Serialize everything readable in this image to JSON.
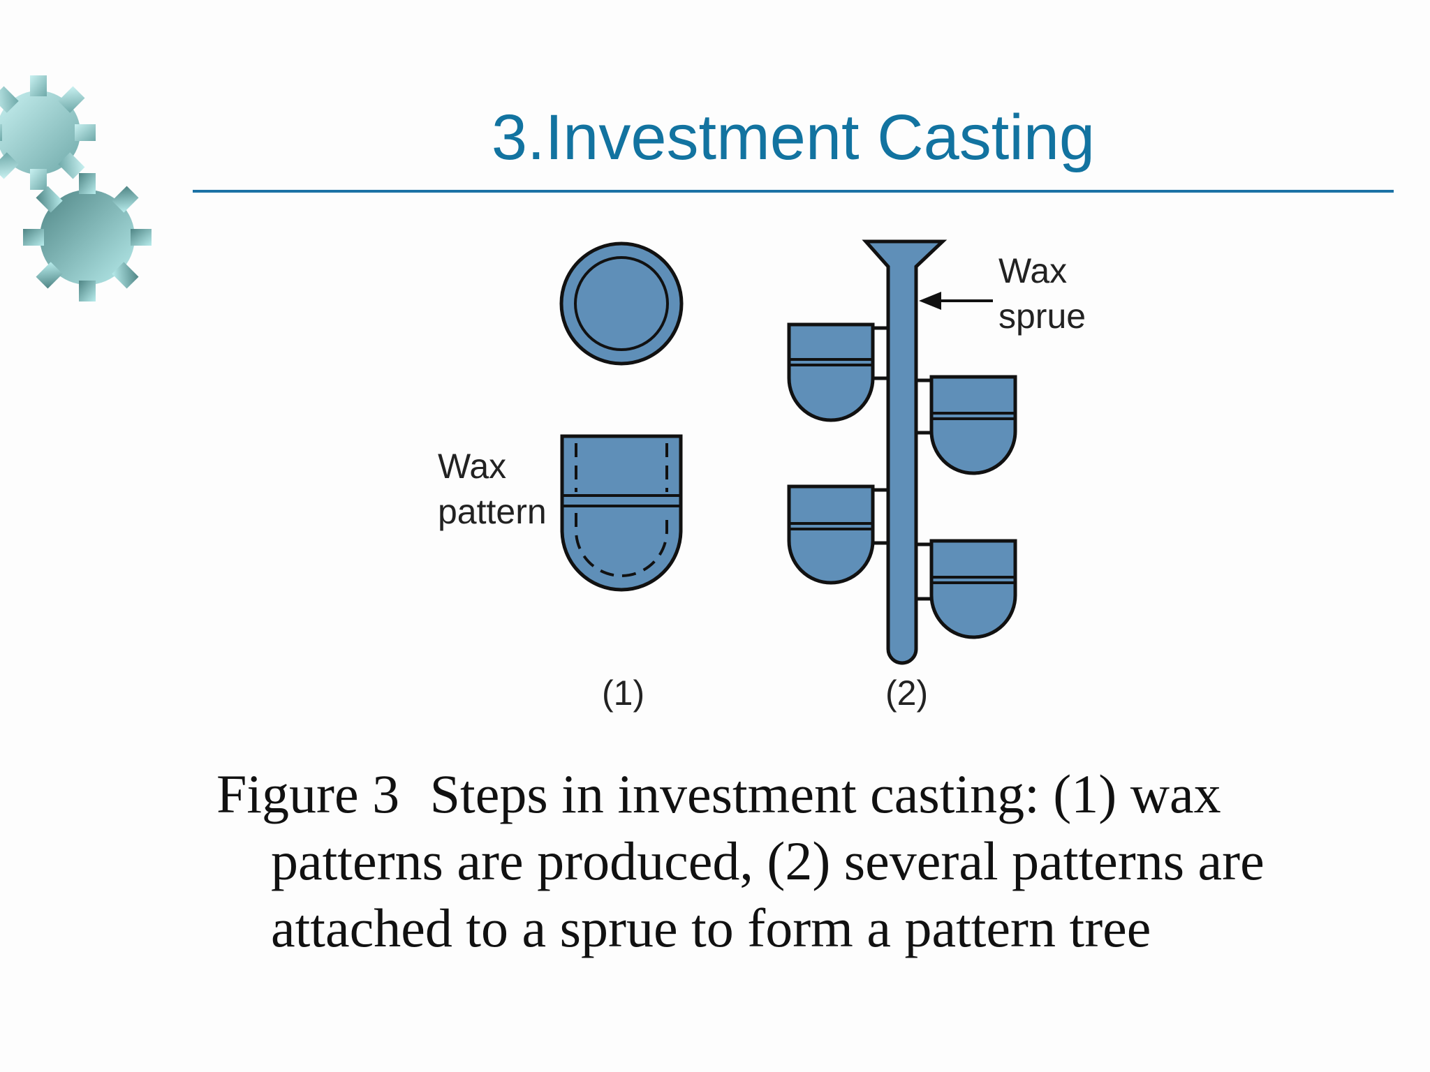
{
  "slide": {
    "title": "3.Investment Casting"
  },
  "figure": {
    "label_wax_pattern_1": "Wax",
    "label_wax_pattern_2": "pattern",
    "label_wax_sprue_1": "Wax",
    "label_wax_sprue_2": "sprue",
    "step_1_label": "(1)",
    "step_2_label": "(2)"
  },
  "caption": {
    "figure_number": "Figure 3",
    "text": "Steps in investment casting: (1) wax patterns are produced, (2) several patterns are attached to a sprue to form a pattern tree"
  },
  "colors": {
    "title": "#1273a0",
    "rule": "#1c72a5",
    "wax": "#5f8fb8",
    "outline": "#111111",
    "gear_light": "#a8e4e4",
    "gear_dark": "#5f9898"
  }
}
